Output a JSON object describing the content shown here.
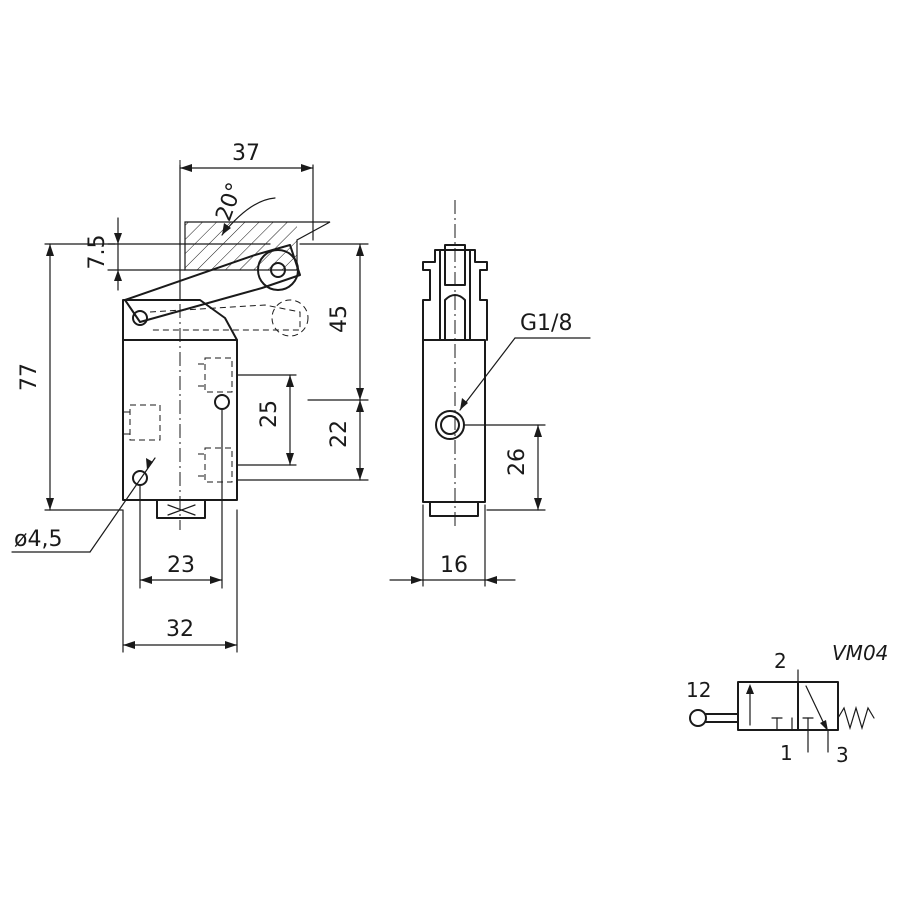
{
  "dimensions": {
    "width_37": "37",
    "angle_20": "20°",
    "offset_7_5": "7.5",
    "height_77": "77",
    "height_45": "45",
    "spacing_25": "25",
    "height_22": "22",
    "hole_dia": "ø4,5",
    "width_23": "23",
    "width_32": "32",
    "thread": "G1/8",
    "height_26": "26",
    "width_16": "16"
  },
  "symbol": {
    "model": "VM04",
    "port_12": "12",
    "port_2": "2",
    "port_1": "1",
    "port_3": "3"
  }
}
